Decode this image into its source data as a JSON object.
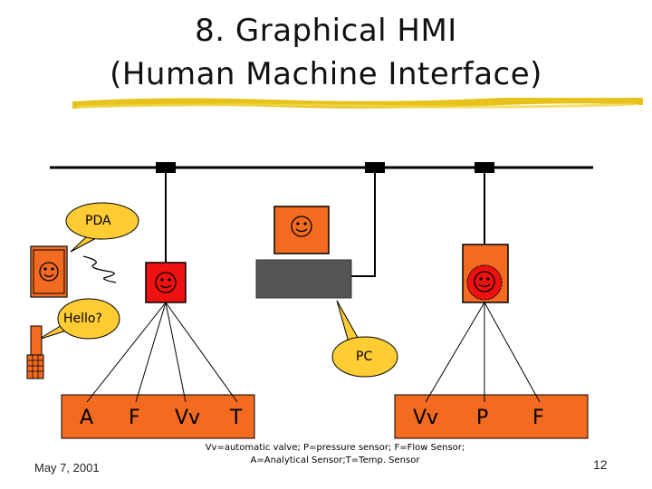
{
  "title": {
    "line1": "8.  Graphical HMI",
    "line2": "(Human Machine Interface)"
  },
  "bubbles": {
    "pda": "PDA",
    "hello": "Hello?",
    "pc": "PC"
  },
  "bus_left": {
    "devices": [
      "A",
      "F",
      "Vv",
      "T"
    ]
  },
  "bus_right": {
    "devices": [
      "Vv",
      "P",
      "F"
    ]
  },
  "caption": {
    "line1": "Vv=automatic valve; P=pressure sensor; F=Flow Sensor;",
    "line2": "A=Analytical Sensor;T=Temp. Sensor"
  },
  "footer": {
    "date": "May 7, 2001",
    "page": "12"
  },
  "colors": {
    "orange": "#f26b21",
    "red": "#ee1111",
    "bubble": "#ffcc33",
    "pc": "#555555"
  }
}
